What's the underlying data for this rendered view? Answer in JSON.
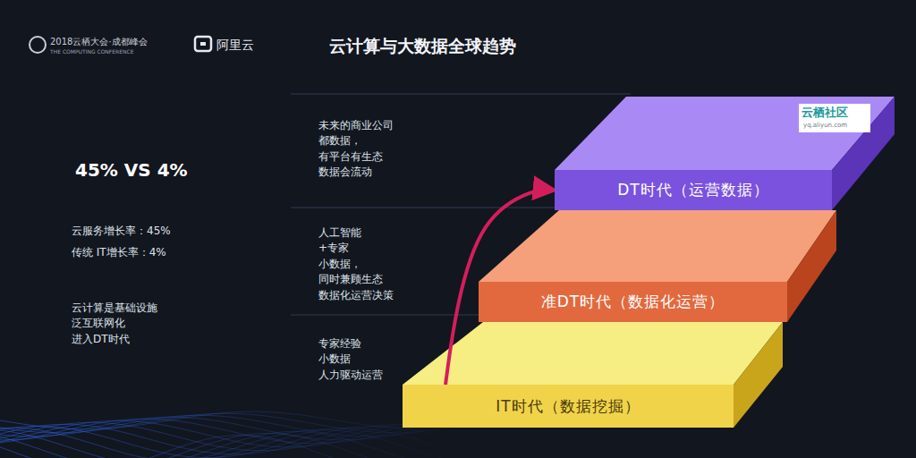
{
  "diagram": {
    "title": "云计算与大数据全球趋势",
    "nodes": [
      {
        "text": [
          "DT时代（运营数据）"
        ]
      },
      {
        "text": [
          "准DT时代（数据化运营）"
        ]
      },
      {
        "text": [
          "IT时代（数据挖掘）"
        ]
      }
    ],
    "edges": [
      {
        "from": 2,
        "to": 0,
        "arrow": "to"
      }
    ],
    "labels": [
      "2018云栖大会·成都峰会",
      "THE COMPUTING CONFERENCE",
      "阿里云",
      "45% VS 4%",
      "云服务增长率：45%",
      "传统 IT增长率：4%",
      "云计算是基础设施 泛互联网化 进入DT时代",
      "未来的商业公司 都数据，有平台有生态 数据会流动",
      "人工智能+专家 小数据，同时兼顾生态 数据化运营决策",
      "专家经验 小数据 人力驱动运营",
      "云栖社区",
      "yq.aliyun.com"
    ]
  }
}
